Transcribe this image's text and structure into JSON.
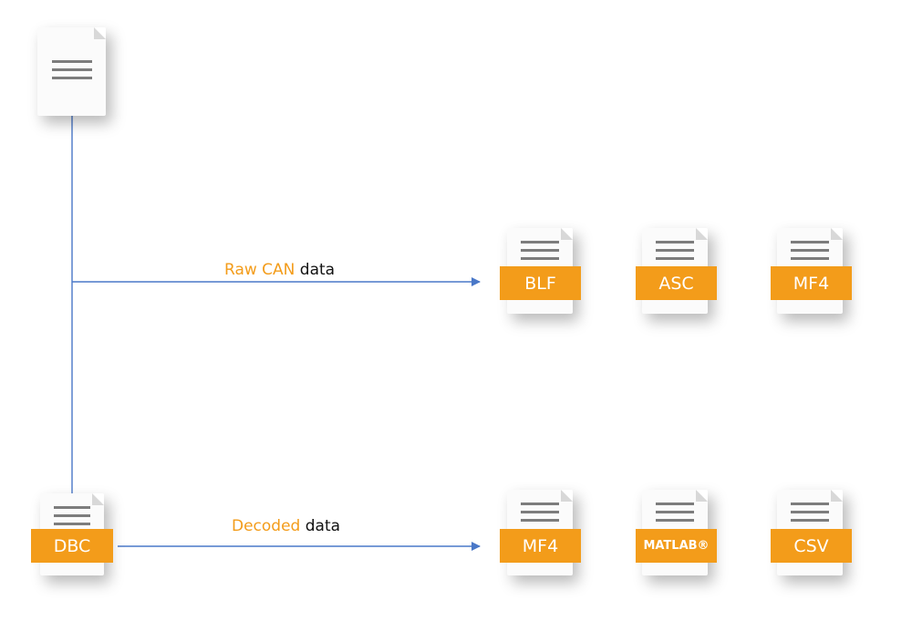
{
  "edges": {
    "raw": {
      "highlight": "Raw CAN",
      "rest": " data"
    },
    "decoded": {
      "highlight": "Decoded",
      "rest": " data"
    }
  },
  "source_doc": {
    "icon": "document-icon"
  },
  "dbc_doc": {
    "label": "DBC",
    "icon": "document-icon"
  },
  "raw_outputs": [
    {
      "label": "BLF"
    },
    {
      "label": "ASC"
    },
    {
      "label": "MF4"
    }
  ],
  "decoded_outputs": [
    {
      "label": "MF4"
    },
    {
      "label": "MATLAB®"
    },
    {
      "label": "CSV"
    }
  ],
  "colors": {
    "accent": "#f39c1a",
    "connector": "#4a78c8",
    "icon_lines": "#7d7d7d"
  }
}
